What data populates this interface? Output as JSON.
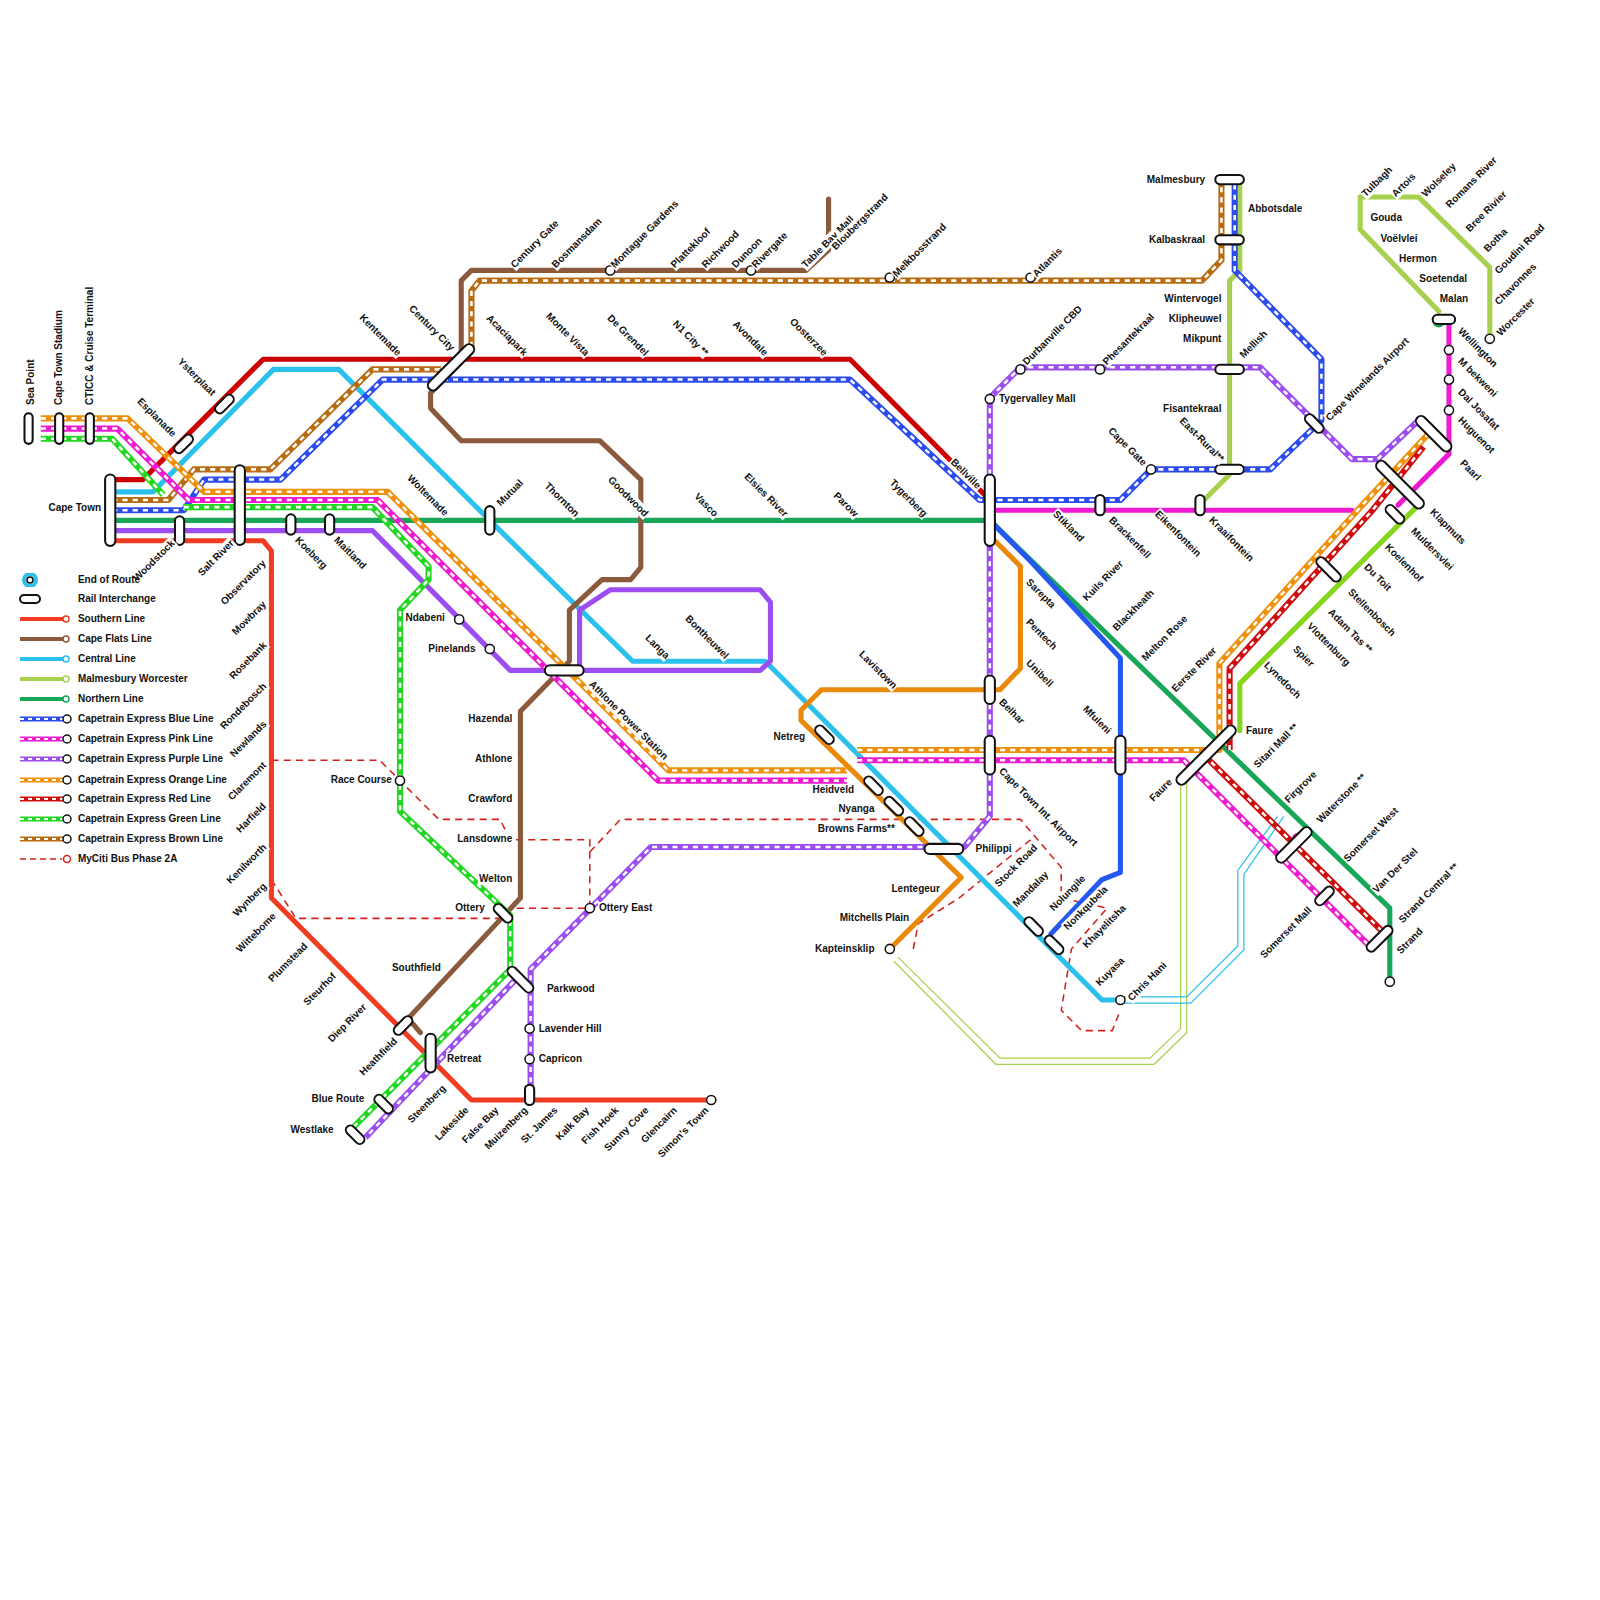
{
  "diagram": {
    "labels": [
      "Sea Point",
      "Cape Town Stadium",
      "CTICC & Cruise Terminal",
      "Esplanade",
      "Ysterplaat",
      "Cape Town",
      "Woodstock",
      "Salt River",
      "Observatory",
      "Koeberg",
      "Maitland",
      "Mowbray",
      "Rosebank",
      "Rondebosch",
      "Newlands",
      "Claremont",
      "Harfield",
      "Kenilworth",
      "Wynberg",
      "Wittebome",
      "Plumstead",
      "Steurhof",
      "Diep River",
      "Heathfield",
      "Steenberg",
      "Lakeside",
      "False Bay",
      "Muizenberg",
      "St. James",
      "Kalk Bay",
      "Fish Hoek",
      "Sunny Cove",
      "Glencairn",
      "Simon's Town",
      "Retreat",
      "Blue Route",
      "Westlake",
      "Parkwood",
      "Lavender Hill",
      "Capricon",
      "Ottery East",
      "Southfield",
      "Ottery",
      "Welton",
      "Lansdowne",
      "Crawford",
      "Athlone",
      "Hazendal",
      "Race Course",
      "Ndabeni",
      "Pinelands",
      "Athlone Power Station",
      "Langa",
      "Bontheuwel",
      "Woltemade",
      "Mutual",
      "Thornton",
      "Goodwood",
      "Vasco",
      "Elsies River",
      "Parow",
      "Tygerberg",
      "Bellville",
      "Kentemade",
      "Century City",
      "Acaciapark",
      "Monte Vista",
      "De Grendel",
      "N1 City **",
      "Avondale",
      "Oosterzee",
      "Century Gate",
      "Bosmansdam",
      "Montague Gardens",
      "Plattekloof",
      "Richwood",
      "Dunoon",
      "Rivergate",
      "Table Bay Mall",
      "Bloubergstrand",
      "Melkbosstrand",
      "Atlantis",
      "Malmesbury",
      "Abbotsdale",
      "Kalbaskraal",
      "Wintervogel",
      "Klipheuwel",
      "Mikpunt",
      "Mellish",
      "Fisantekraal",
      "East-Rural**",
      "Kraaifontein",
      "Eikenfontein",
      "Brackenfell",
      "Stikland",
      "Cape Gate",
      "Durbanville CBD",
      "Phesantekraal",
      "Tygervalley Mall",
      "Cape Winelands Airport",
      "Tulbagh",
      "Artois",
      "Wolseley",
      "Gouda",
      "Voëlvlei",
      "Hermon",
      "Soetendal",
      "Malan",
      "Romans River",
      "Bree Rivier",
      "Botha",
      "Goudini Road",
      "Chavonnes",
      "Worcester",
      "Wellington",
      "M bekweni",
      "Dal Josafat",
      "Huguenot",
      "Paarl",
      "Klapmuts",
      "Muldersvlei",
      "Koelenhof",
      "Du Toit",
      "Stellenbosch",
      "Adam Tas **",
      "Vlottenburg",
      "Spier",
      "Lynedoch",
      "Faure",
      "Faure",
      "Sitari Mall **",
      "Firgrove",
      "Waterstone **",
      "Somerset West",
      "Van Der Stel",
      "Strand Central **",
      "Strand",
      "Somerset Mall",
      "Kuils River",
      "Blackheath",
      "Melton Rose",
      "Eerste River",
      "Mfuleni",
      "Sarepta",
      "Pentech",
      "Unibell",
      "Belhar",
      "Cape Town Int. Airport",
      "Lavistown",
      "Netreg",
      "Heidveld",
      "Nyanga",
      "Browns Farms**",
      "Philippi",
      "Stock Road",
      "Mandalay",
      "Nolungile",
      "Nonkqubela",
      "Khayelitsha",
      "Kuyasa",
      "Chris Hani",
      "Lentegeur",
      "Mitchells Plain",
      "Kapteinsklip"
    ],
    "legend": [
      {
        "text": "End of Route"
      },
      {
        "text": "Rail Interchange"
      },
      {
        "text": "Southern Line",
        "color": "#f23c22"
      },
      {
        "text": "Cape Flats Line",
        "color": "#8b5a3c"
      },
      {
        "text": "Central Line",
        "color": "#2bc1ec"
      },
      {
        "text": "Malmesbury Worcester",
        "color": "#a8d04f"
      },
      {
        "text": "Northern Line",
        "color": "#18a659"
      },
      {
        "text": "Capetrain Express Blue Line"
      },
      {
        "text": "Capetrain Express Pink Line"
      },
      {
        "text": "Capetrain Express Purple Line"
      },
      {
        "text": "Capetrain Express Orange Line"
      },
      {
        "text": "Capetrain Express Red Line"
      },
      {
        "text": "Capetrain Express Green Line"
      },
      {
        "text": "Capetrain Express Brown Line"
      },
      {
        "text": "MyCiti Bus Phase 2A"
      }
    ]
  }
}
